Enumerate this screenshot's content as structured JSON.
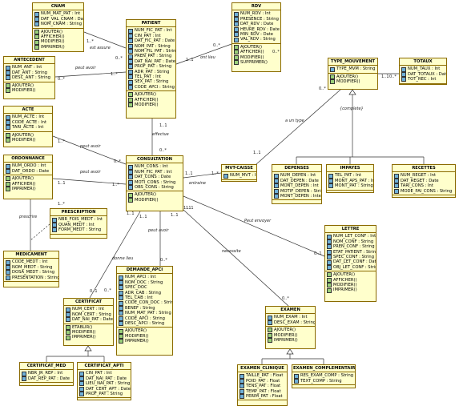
{
  "classes": {
    "cnam": {
      "title": "CNAM",
      "attrs": [
        "NUM_MAT_PAT : Int",
        "DAT_VAL_CNAM : Date",
        "NOM_CNAM : String"
      ],
      "ops": [
        "AJOUTER()",
        "AFFICHER()",
        "MODIFIER()",
        "IMPRIMER()"
      ]
    },
    "rdv": {
      "title": "RDV",
      "attrs": [
        "NUM_RDV : Int",
        "PRESENCE : String",
        "DAT_RDV : Date",
        "HEURE_RDV : Date",
        "MIN_RDV : Date",
        "VAL_RDV : String"
      ],
      "ops": [
        "AJOUTER()",
        "AFFICHER()",
        "MODIFIER()",
        "SUPPRIMER()"
      ]
    },
    "patient": {
      "title": "PATIENT",
      "attrs": [
        "NUM_FIC_PAT : Int",
        "CIN_PAT : Int",
        "DAT_FIC_PAT : Date",
        "NOM_PAT : String",
        "NOM_FIL_PAT : String",
        "PREN_PAT : String",
        "DAT_NAI_PAT : Date",
        "PROF_PAT : String",
        "ADR_PAT : String",
        "TEL_PAT : Int",
        "SEX_PAT : String",
        "CODE_APCI : String"
      ],
      "ops": [
        "AJOUTER()",
        "AFFICHER()",
        "MODIFIER()"
      ]
    },
    "antecedent": {
      "title": "ANTECEDENT",
      "attrs": [
        "NUM_ANT : Int",
        "DAT_ANT : String",
        "DESC_ANT : String"
      ],
      "ops": [
        "AJOUTER()",
        "MODIFIER()"
      ]
    },
    "acte": {
      "title": "ACTE",
      "attrs": [
        "NUM_ACTE : Int",
        "CODE_ACTE : Int",
        "TARI_ACTE : Int"
      ],
      "ops": [
        "AJOUTER()",
        "MODIFIER()"
      ]
    },
    "type_mouvement": {
      "title": "TYPE_MOUVEMENT",
      "attrs": [
        "TYPE_MVM : String"
      ],
      "ops": [
        "AJOUTER()",
        "MODIFIER()"
      ]
    },
    "totaux": {
      "title": "TOTAUX",
      "attrs": [
        "NUM_TAUX : Int",
        "DAT_TOTAUX : Date",
        "TOT_REC : Int"
      ],
      "ops": []
    },
    "ordonnance": {
      "title": "ORDONNANCE",
      "attrs": [
        "NUM_ORDO : Int",
        "DAT_ORDO : Date"
      ],
      "ops": [
        "AJOUTER()",
        "AFFICHER()",
        "IMPRIMER()"
      ]
    },
    "consultation": {
      "title": "CONSULTATION",
      "attrs": [
        "NUM_CONS : Int",
        "NUM_FIC_PAT : Int",
        "DAT_CONS : Date",
        "MOTI_CONS : String",
        "OBS_CONS : String"
      ],
      "ops": [
        "AJOUTER()",
        "MODIFIER()"
      ]
    },
    "mvt_caisse": {
      "title": "MVT-CAISSE",
      "attrs": [
        "NUM_MVT : Int"
      ],
      "ops": []
    },
    "depenses": {
      "title": "DEPENSES",
      "attrs": [
        "NUM_DEPEN : Int",
        "DAT_DEPEN : Date",
        "MONT_DEPEN : Int",
        "MOTIF_DEPEN : String",
        "MONT_DEPEN : Integer"
      ],
      "ops": []
    },
    "impayes": {
      "title": "IMPAYES",
      "attrs": [
        "TEL_PAT : Int",
        "MONT_APS_PAT : Int",
        "MONT_PAT : String"
      ],
      "ops": []
    },
    "recettes": {
      "title": "RECETTES",
      "attrs": [
        "NUM_REGET : Int",
        "DAT_REGET : Date",
        "TARI_CONS : Int",
        "MODE_PAI_CONS : String"
      ],
      "ops": []
    },
    "prescription": {
      "title": "PRESCRIPTION",
      "attrs": [
        "NBR_FOIS_MEDT : Int",
        "QUAN_MEDT : Int",
        "FORM_MEDT : String"
      ],
      "ops": []
    },
    "medicament": {
      "title": "MEDICAMENT",
      "attrs": [
        "CODE_MEDT : Int",
        "NOM_MEDT : String",
        "DOSA_MEDT : String",
        "PRESENTATION : String"
      ],
      "ops": []
    },
    "lettre": {
      "title": "LETTRE",
      "attrs": [
        "NUM_LET_CONF : Int",
        "NOM_CONF : String",
        "PREN_CONF : String",
        "ETAT_PATIENT : String",
        "SPEC_CONF : String",
        "DAT_LET_CONF : Date",
        "OBJ_LET_CONF : String"
      ],
      "ops": [
        "AJOUTER()",
        "AFFICHER()",
        "MODIFIER()",
        "IMPRIMER()"
      ]
    },
    "demande_apci": {
      "title": "DEMANDE_APCI",
      "attrs": [
        "NUM_APCI : Int",
        "NOM_DOC : String",
        "SPEC_DOC",
        "ADR_CAB : String",
        "TEL_CAB : Int",
        "CODE_CON_DOC : String",
        "BENEF : String",
        "NUM_MAT_PAT : String",
        "CODE_APCI : String",
        "DESC_APCI : String"
      ],
      "ops": [
        "AJOUTER()",
        "MODIFIER()",
        "IMPRIMER()"
      ]
    },
    "certificat": {
      "title": "CERTIFICAT",
      "attrs": [
        "NUM_CERT : Int",
        "NOM_CERT : String",
        "DAT_NAI_PAT : Date"
      ],
      "ops": [
        "ETABLIR()",
        "MODIFIER()",
        "IMPRIMER()"
      ]
    },
    "examen": {
      "title": "EXAMEN",
      "attrs": [
        "NUM_EXAM : Int",
        "DESC_EXAM : String"
      ],
      "ops": [
        "AJOUTER()",
        "MODIFIER()",
        "IMPRIMER()"
      ]
    },
    "certificat_med": {
      "title": "CERTIFICAT_MED",
      "attrs": [
        "NBR_JR_REP : Int",
        "DAT_REP_PAT : Date"
      ],
      "ops": []
    },
    "certificat_apti": {
      "title": "CERTIFICAT_APTI",
      "attrs": [
        "CIN_PAT : Int",
        "DAT_NAI_PAT : Date",
        "LIEU_NAI_PAT : String",
        "DAT_CERT_APT : Date",
        "PROF_PAT : String"
      ],
      "ops": []
    },
    "examen_clinique": {
      "title": "EXAMEN_CLINIQUE",
      "attrs": [
        "TAILLE_PAT : Float",
        "POID_PAT : Float",
        "TENS_PAT : Float",
        "TEMP_PAT : Float",
        "PERIM_PAT : Float"
      ],
      "ops": []
    },
    "examen_complementaire": {
      "title": "EXAMEN_COMPLEMENTAIRE",
      "attrs": [
        "RES_EXAM_COMP : String",
        "TEXT_COMP : String"
      ],
      "ops": []
    }
  },
  "edge_labels": {
    "cnam_patient": "est assure",
    "rdv_patient": "ont lieu",
    "antecedent_patient": "peut avoir",
    "patient_consultation": "effectue",
    "acte_consultation": "peut avoir",
    "ordonnance_consultation": "peut avoir",
    "type_mvt_mvt": "a un type",
    "complete": "{complete}",
    "consultation_mvt": "entraine",
    "consultation_lettre": "Peut envoyer",
    "consultation_certificat": "donne lieu",
    "consultation_demande": "peut avoir",
    "consultation_examen": "necessite",
    "medicament_ordonnance": "prescrire"
  },
  "multiplicities": [
    "1..*",
    "0..*",
    "0..*",
    "1..1",
    "0..*",
    "1..*",
    "1..1",
    "0..*",
    "1..*",
    "0..*",
    "1..1",
    "1..*",
    "0..*",
    "1..1",
    "1..1",
    "1..*",
    "0..1",
    "1..1",
    "0..1",
    "0..*",
    "1..1",
    "0..*",
    "0..*",
    "1..1",
    "1..1",
    "1..*",
    "1..1",
    "0..*",
    "0..*",
    "1..1"
  ]
}
